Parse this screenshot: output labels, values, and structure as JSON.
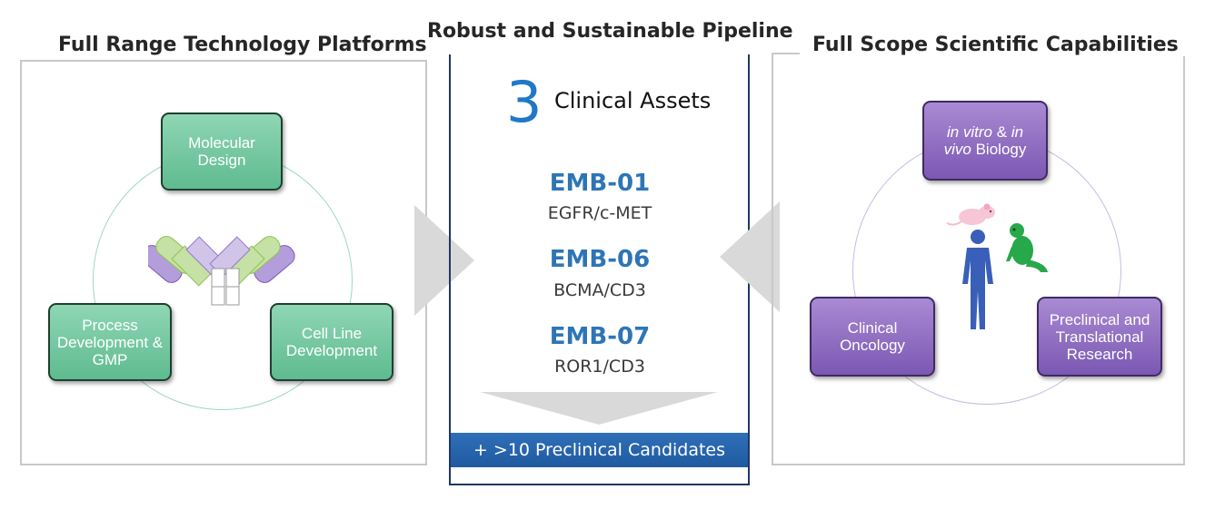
{
  "left_panel": {
    "title": "Full Range Technology Platforms",
    "nodes": {
      "molecular_design": "Molecular Design",
      "process_development": "Process Development & GMP",
      "cell_line_development": "Cell Line Development"
    }
  },
  "center_panel": {
    "title": "Robust and Sustainable Pipeline",
    "clinical_count": "3",
    "clinical_label": "Clinical Assets",
    "assets": [
      {
        "code": "EMB-01",
        "target": "EGFR/c-MET"
      },
      {
        "code": "EMB-06",
        "target": "BCMA/CD3"
      },
      {
        "code": "EMB-07",
        "target": "ROR1/CD3"
      }
    ],
    "preclinical": "+ >10 Preclinical Candidates"
  },
  "right_panel": {
    "title": "Full Scope Scientific Capabilities",
    "nodes": {
      "biology_line1_italic_a": "in vitro",
      "biology_line1_amp": " & ",
      "biology_line1_italic_b": "in",
      "biology_line2_italic": "vivo",
      "biology_line2_rest": " Biology",
      "clinical_oncology": "Clinical Oncology",
      "preclinical_research": "Preclinical and Translational Research"
    }
  },
  "colors": {
    "green_node": "#6cc49a",
    "purple_node": "#8a68c0",
    "asset_blue": "#2e75b6",
    "big_number_blue": "#1f78c8",
    "bar_blue": "#2563a8",
    "frame_navy": "#1f3864",
    "arrow_grey": "#d9d9d9"
  }
}
